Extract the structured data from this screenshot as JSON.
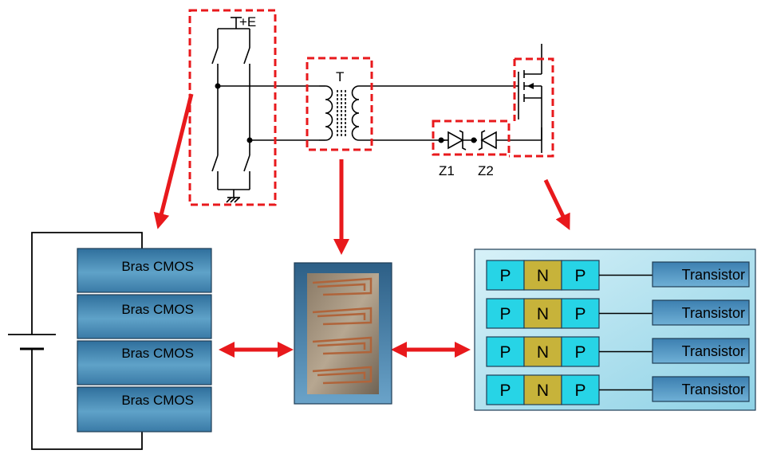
{
  "schematic": {
    "supply_label": "+E",
    "transformer_label": "T",
    "zener1_label": "Z1",
    "zener2_label": "Z2"
  },
  "cmos_stack": {
    "arms": [
      "Bras CMOS",
      "Bras CMOS",
      "Bras CMOS",
      "Bras CMOS"
    ]
  },
  "transistor_block": {
    "rows": [
      {
        "p1": "P",
        "n": "N",
        "p2": "P",
        "label": "Transistor"
      },
      {
        "p1": "P",
        "n": "N",
        "p2": "P",
        "label": "Transistor"
      },
      {
        "p1": "P",
        "n": "N",
        "p2": "P",
        "label": "Transistor"
      },
      {
        "p1": "P",
        "n": "N",
        "p2": "P",
        "label": "Transistor"
      }
    ]
  },
  "colors": {
    "highlight": "#e8191c",
    "block_fill": "#4f8fb8",
    "cell_p": "#27d4e6",
    "cell_n": "#c7b33a",
    "panel": "#bfe6f2"
  }
}
